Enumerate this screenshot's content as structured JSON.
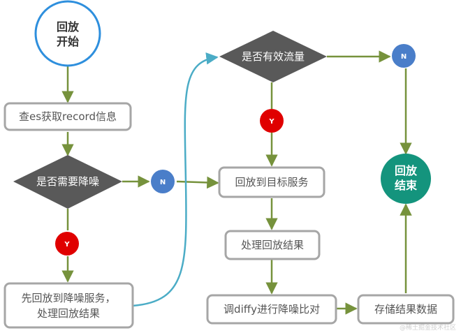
{
  "nodes": {
    "start_line1": "回放",
    "start_line2": "开始",
    "query_es": "查es获取record信息",
    "need_denoise": "是否需要降噪",
    "denoise_n": "N",
    "denoise_y": "Y",
    "replay_denoise_line1": "先回放到降噪服务，",
    "replay_denoise_line2": "处理回放结果",
    "valid_traffic": "是否有效流量",
    "valid_n": "N",
    "valid_y": "Y",
    "replay_target": "回放到目标服务",
    "process_result": "处理回放结果",
    "diffy_compare": "调diffy进行降噪比对",
    "store_result": "存储结果数据",
    "end_line1": "回放",
    "end_line2": "结束"
  },
  "watermark": "@稀土掘金技术社区",
  "colors": {
    "arrow_green": "#76923c",
    "arrow_blue": "#4bacc6",
    "box_border": "#a6a6a6",
    "diamond_fill": "#595959",
    "n_fill": "#4a7ec9",
    "y_fill": "#e00000",
    "start_border": "#2e8fdd",
    "end_fill": "#14947d"
  }
}
